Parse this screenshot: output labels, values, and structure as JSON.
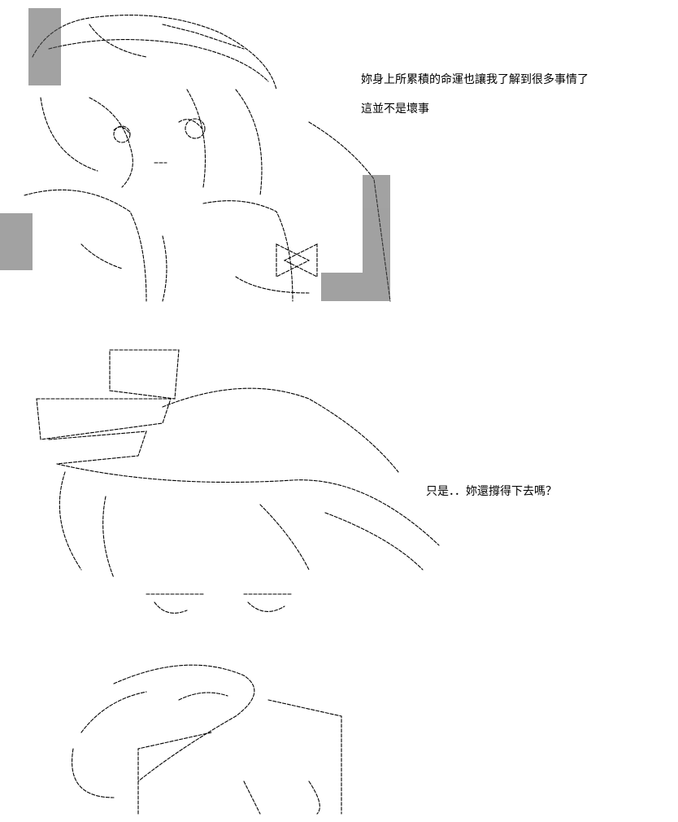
{
  "panels": [
    {
      "lines": [
        "妳身上所累積的命運也讓我了解到很多事情了",
        "這並不是壞事"
      ]
    },
    {
      "lines": [
        "只是．．妳還撐得下去嗎？"
      ]
    }
  ],
  "artwork": [
    {
      "subject": "ascii-art-character-top",
      "style": "text-art line drawing"
    },
    {
      "subject": "ascii-art-character-bottom",
      "style": "text-art line drawing"
    }
  ],
  "colors": {
    "background": "#ffffff",
    "ink": "#000000",
    "shading": "#555555"
  }
}
